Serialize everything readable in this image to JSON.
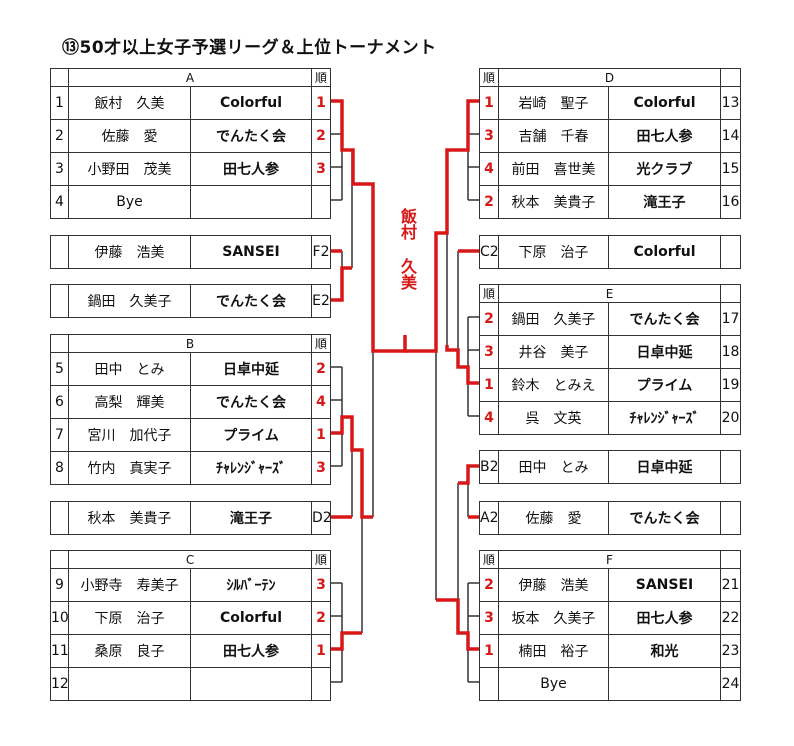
{
  "title": "⑬50才以上女子予選リーグ＆上位トーナメント",
  "rank_header": "順",
  "champion": {
    "line1": "飯村",
    "line2": "久美"
  },
  "accent_color": "#d81818",
  "groups": {
    "A": {
      "label": "A",
      "rows": [
        {
          "no": "1",
          "name": "飯村　久美",
          "team": "Colorful",
          "rank": "1"
        },
        {
          "no": "2",
          "name": "佐藤　愛",
          "team": "でんたく会",
          "rank": "2"
        },
        {
          "no": "3",
          "name": "小野田　茂美",
          "team": "田七人参",
          "rank": "3"
        },
        {
          "no": "4",
          "name": "Bye",
          "team": "",
          "rank": ""
        }
      ]
    },
    "B": {
      "label": "B",
      "rows": [
        {
          "no": "5",
          "name": "田中　とみ",
          "team": "日卓中延",
          "rank": "2"
        },
        {
          "no": "6",
          "name": "高梨　輝美",
          "team": "でんたく会",
          "rank": "4"
        },
        {
          "no": "7",
          "name": "宮川　加代子",
          "team": "プライム",
          "rank": "1"
        },
        {
          "no": "8",
          "name": "竹内　真実子",
          "team": "ﾁｬﾚﾝｼﾞｬｰｽﾞ",
          "rank": "3"
        }
      ]
    },
    "C": {
      "label": "C",
      "rows": [
        {
          "no": "9",
          "name": "小野寺　寿美子",
          "team": "ｼﾙﾊﾞｰﾃﾝ",
          "rank": "3"
        },
        {
          "no": "10",
          "name": "下原　治子",
          "team": "Colorful",
          "rank": "2"
        },
        {
          "no": "11",
          "name": "桑原　良子",
          "team": "田七人参",
          "rank": "1"
        },
        {
          "no": "12",
          "name": "",
          "team": "",
          "rank": ""
        }
      ]
    },
    "D": {
      "label": "D",
      "rows": [
        {
          "no": "13",
          "name": "岩崎　聖子",
          "team": "Colorful",
          "rank": "1"
        },
        {
          "no": "14",
          "name": "吉舗　千春",
          "team": "田七人参",
          "rank": "3"
        },
        {
          "no": "15",
          "name": "前田　喜世美",
          "team": "光クラブ",
          "rank": "4"
        },
        {
          "no": "16",
          "name": "秋本　美貴子",
          "team": "滝王子",
          "rank": "2"
        }
      ]
    },
    "E": {
      "label": "E",
      "rows": [
        {
          "no": "17",
          "name": "鍋田　久美子",
          "team": "でんたく会",
          "rank": "2"
        },
        {
          "no": "18",
          "name": "井谷　美子",
          "team": "日卓中延",
          "rank": "3"
        },
        {
          "no": "19",
          "name": "鈴木　とみえ",
          "team": "プライム",
          "rank": "1"
        },
        {
          "no": "20",
          "name": "呉　文英",
          "team": "ﾁｬﾚﾝｼﾞｬｰｽﾞ",
          "rank": "4"
        }
      ]
    },
    "F": {
      "label": "F",
      "rows": [
        {
          "no": "21",
          "name": "伊藤　浩美",
          "team": "SANSEI",
          "rank": "2"
        },
        {
          "no": "22",
          "name": "坂本　久美子",
          "team": "田七人参",
          "rank": "3"
        },
        {
          "no": "23",
          "name": "楠田　裕子",
          "team": "和光",
          "rank": "1"
        },
        {
          "no": "24",
          "name": "Bye",
          "team": "",
          "rank": ""
        }
      ]
    }
  },
  "seconds": {
    "F2": {
      "code": "F2",
      "name": "伊藤　浩美",
      "team": "SANSEI"
    },
    "E2": {
      "code": "E2",
      "name": "鍋田　久美子",
      "team": "でんたく会"
    },
    "D2": {
      "code": "D2",
      "name": "秋本　美貴子",
      "team": "滝王子"
    },
    "C2": {
      "code": "C2",
      "name": "下原　治子",
      "team": "Colorful"
    },
    "B2": {
      "code": "B2",
      "name": "田中　とみ",
      "team": "日卓中延"
    },
    "A2": {
      "code": "A2",
      "name": "佐藤　愛",
      "team": "でんたく会"
    }
  }
}
